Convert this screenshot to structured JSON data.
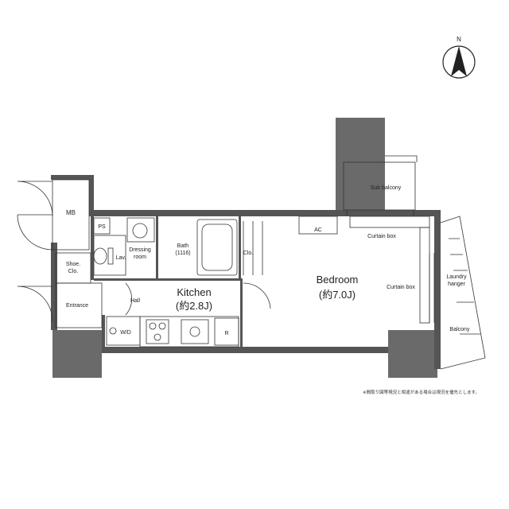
{
  "compass": {
    "letter": "N"
  },
  "rooms": {
    "mb": "MB",
    "ps": "PS",
    "shoe_clo_line1": "Shoe.",
    "shoe_clo_line2": "Clo.",
    "entrance": "Entrance",
    "lav": "Lav.",
    "dressing_line1": "Dressing",
    "dressing_line2": "room",
    "bath_line1": "Bath",
    "bath_line2": "(1116)",
    "clo": "Clo.",
    "hall": "Hall",
    "kitchen": "Kitchen",
    "kitchen_size": "(約2.8J)",
    "wd": "W/D",
    "refrigerator": "R",
    "bedroom": "Bedroom",
    "bedroom_size": "(約7.0J)",
    "ac": "AC",
    "curtain_box_top": "Curtain box",
    "curtain_box_side": "Curtain box",
    "sub_balcony": "Sub balcony",
    "laundry_line1": "Laundry",
    "laundry_line2": "hanger",
    "balcony": "Balcony"
  },
  "note": "※間取り図等現況と相違がある場合は現況を優先とします。",
  "colors": {
    "wall": "#555555",
    "column": "#6a6a6a",
    "line": "#333333"
  }
}
